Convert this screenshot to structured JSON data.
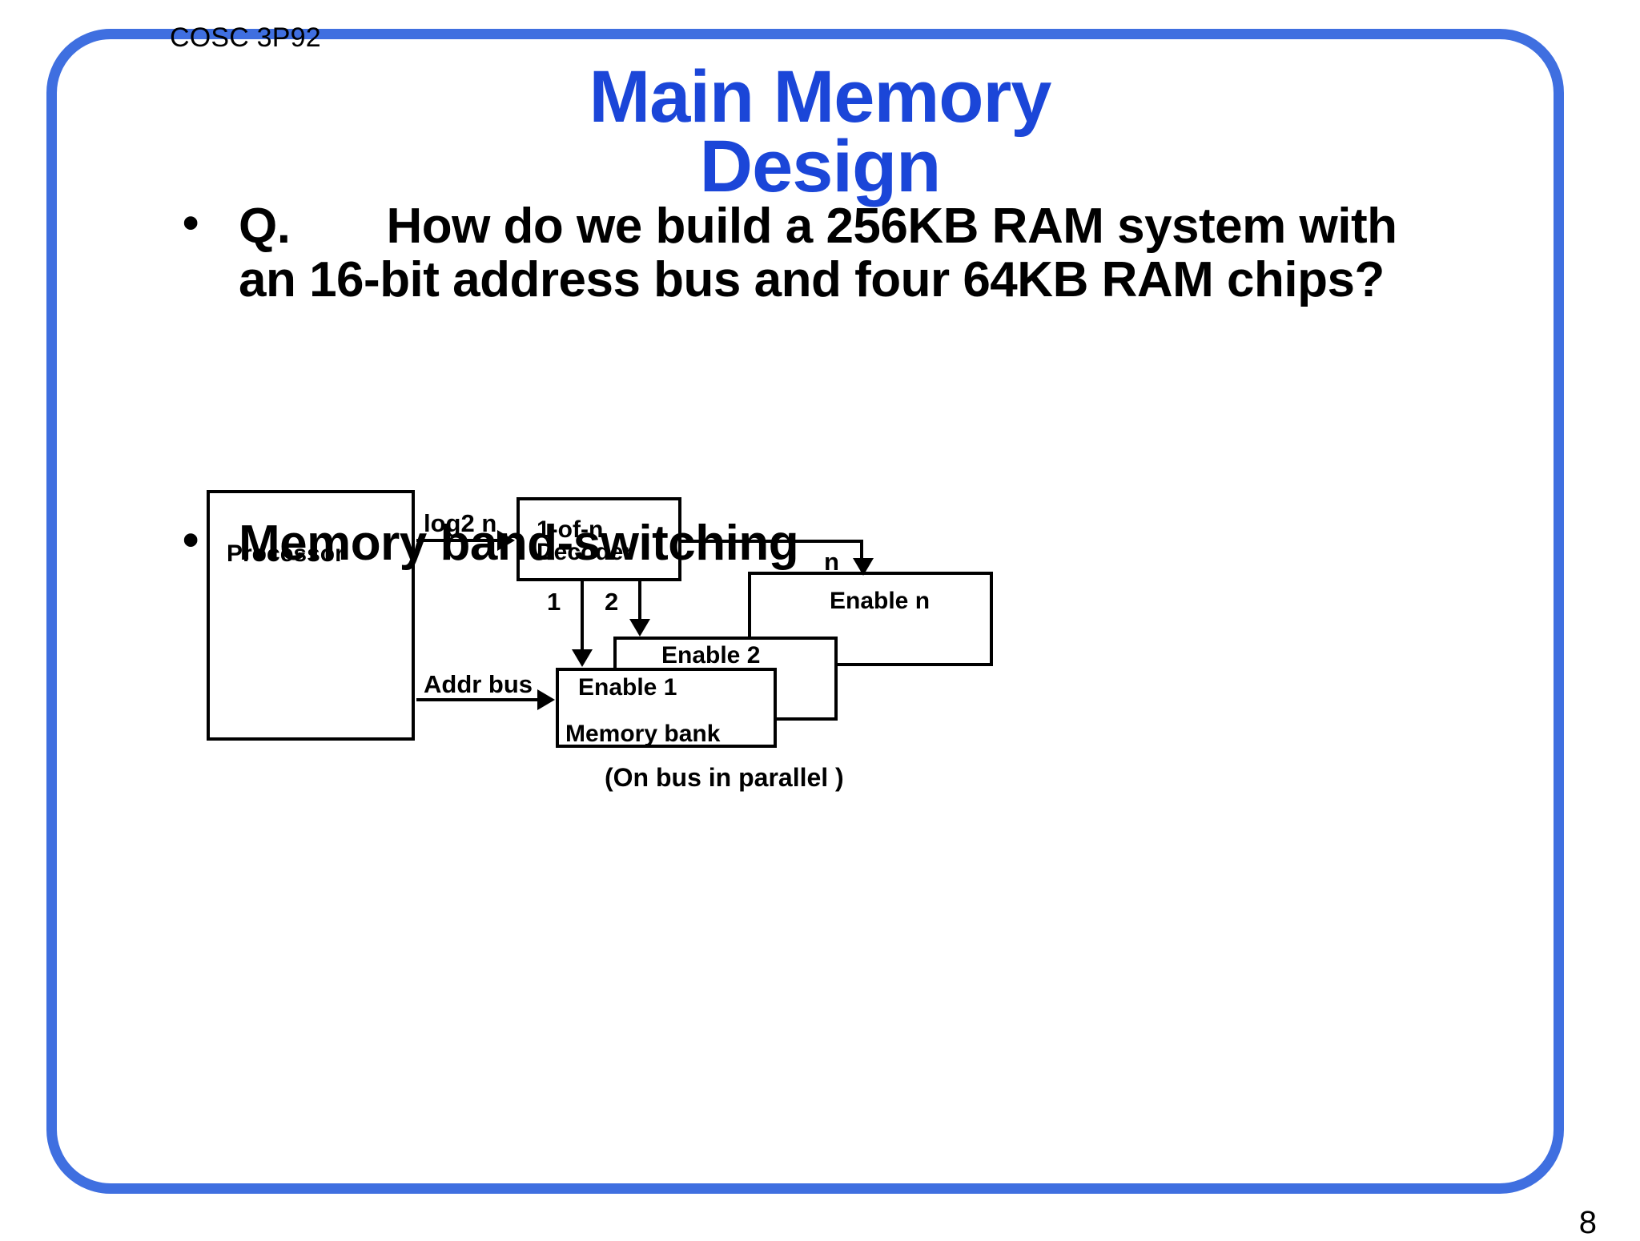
{
  "meta": {
    "course_tag": "COSC 3P92",
    "page_number": "8",
    "accent_color": "#3F6FE0",
    "title_color": "#1B46D8"
  },
  "title": {
    "line1": "Main Memory",
    "line2": "Design"
  },
  "bullets": [
    {
      "marker": "•",
      "label": "Q.",
      "text": "How do we build a 256KB RAM system with an 16-bit address bus and four 64KB RAM chips?"
    },
    {
      "marker": "•",
      "text": "Memory band-switching"
    }
  ],
  "diagram": {
    "processor_label": "Processor",
    "decoder_label_line1": "1-of-n",
    "decoder_label_line2": "Decoder",
    "log2n_label": "log2 n",
    "addr_bus_label": "Addr bus",
    "out1_label": "1",
    "out2_label": "2",
    "outn_label": "n",
    "enable_n_label": "Enable n",
    "enable_2_label": "Enable 2",
    "enable_1_label": "Enable 1",
    "memory_bank_label": "Memory bank",
    "caption": "(On bus in parallel      )"
  }
}
